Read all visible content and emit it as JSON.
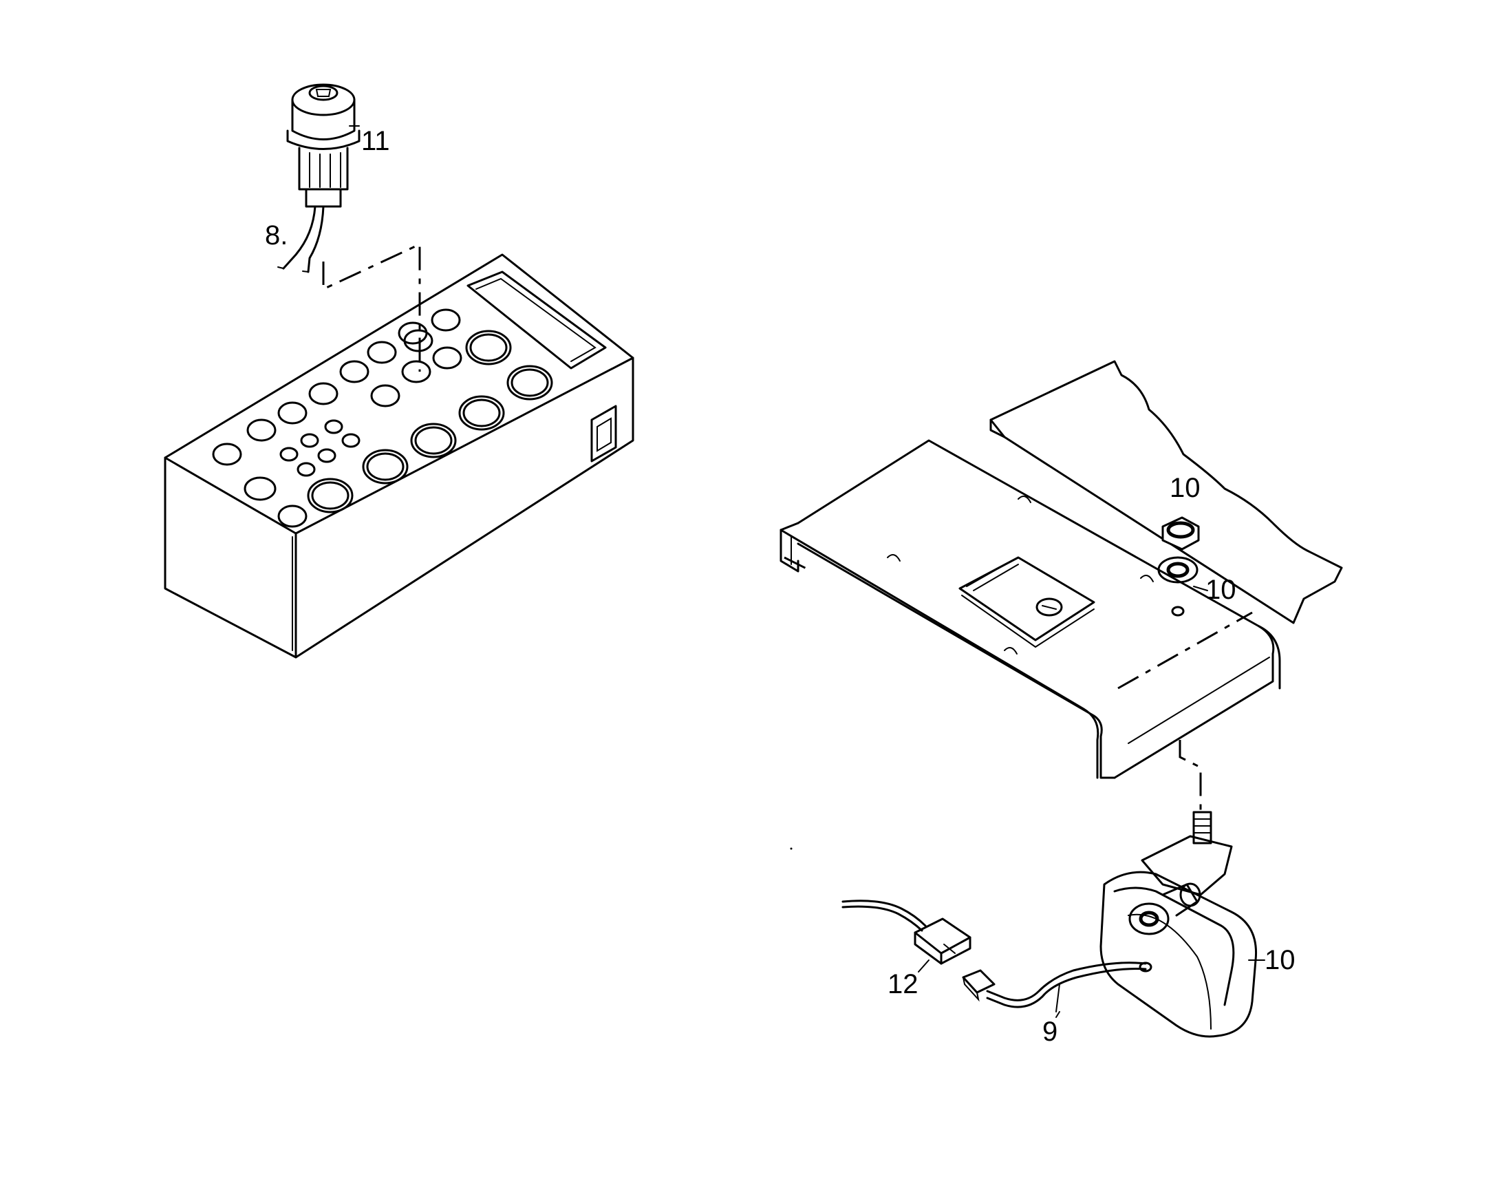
{
  "callouts": [
    {
      "id": "callout-11",
      "text": "11"
    },
    {
      "id": "callout-8",
      "text": "8."
    },
    {
      "id": "callout-10-nut",
      "text": "10"
    },
    {
      "id": "callout-10-washer",
      "text": "10"
    },
    {
      "id": "callout-10-horn",
      "text": "10"
    },
    {
      "id": "callout-12",
      "text": "12"
    },
    {
      "id": "callout-9",
      "text": "9"
    }
  ],
  "colors": {
    "ink": "#000000",
    "paper": "#ffffff"
  }
}
